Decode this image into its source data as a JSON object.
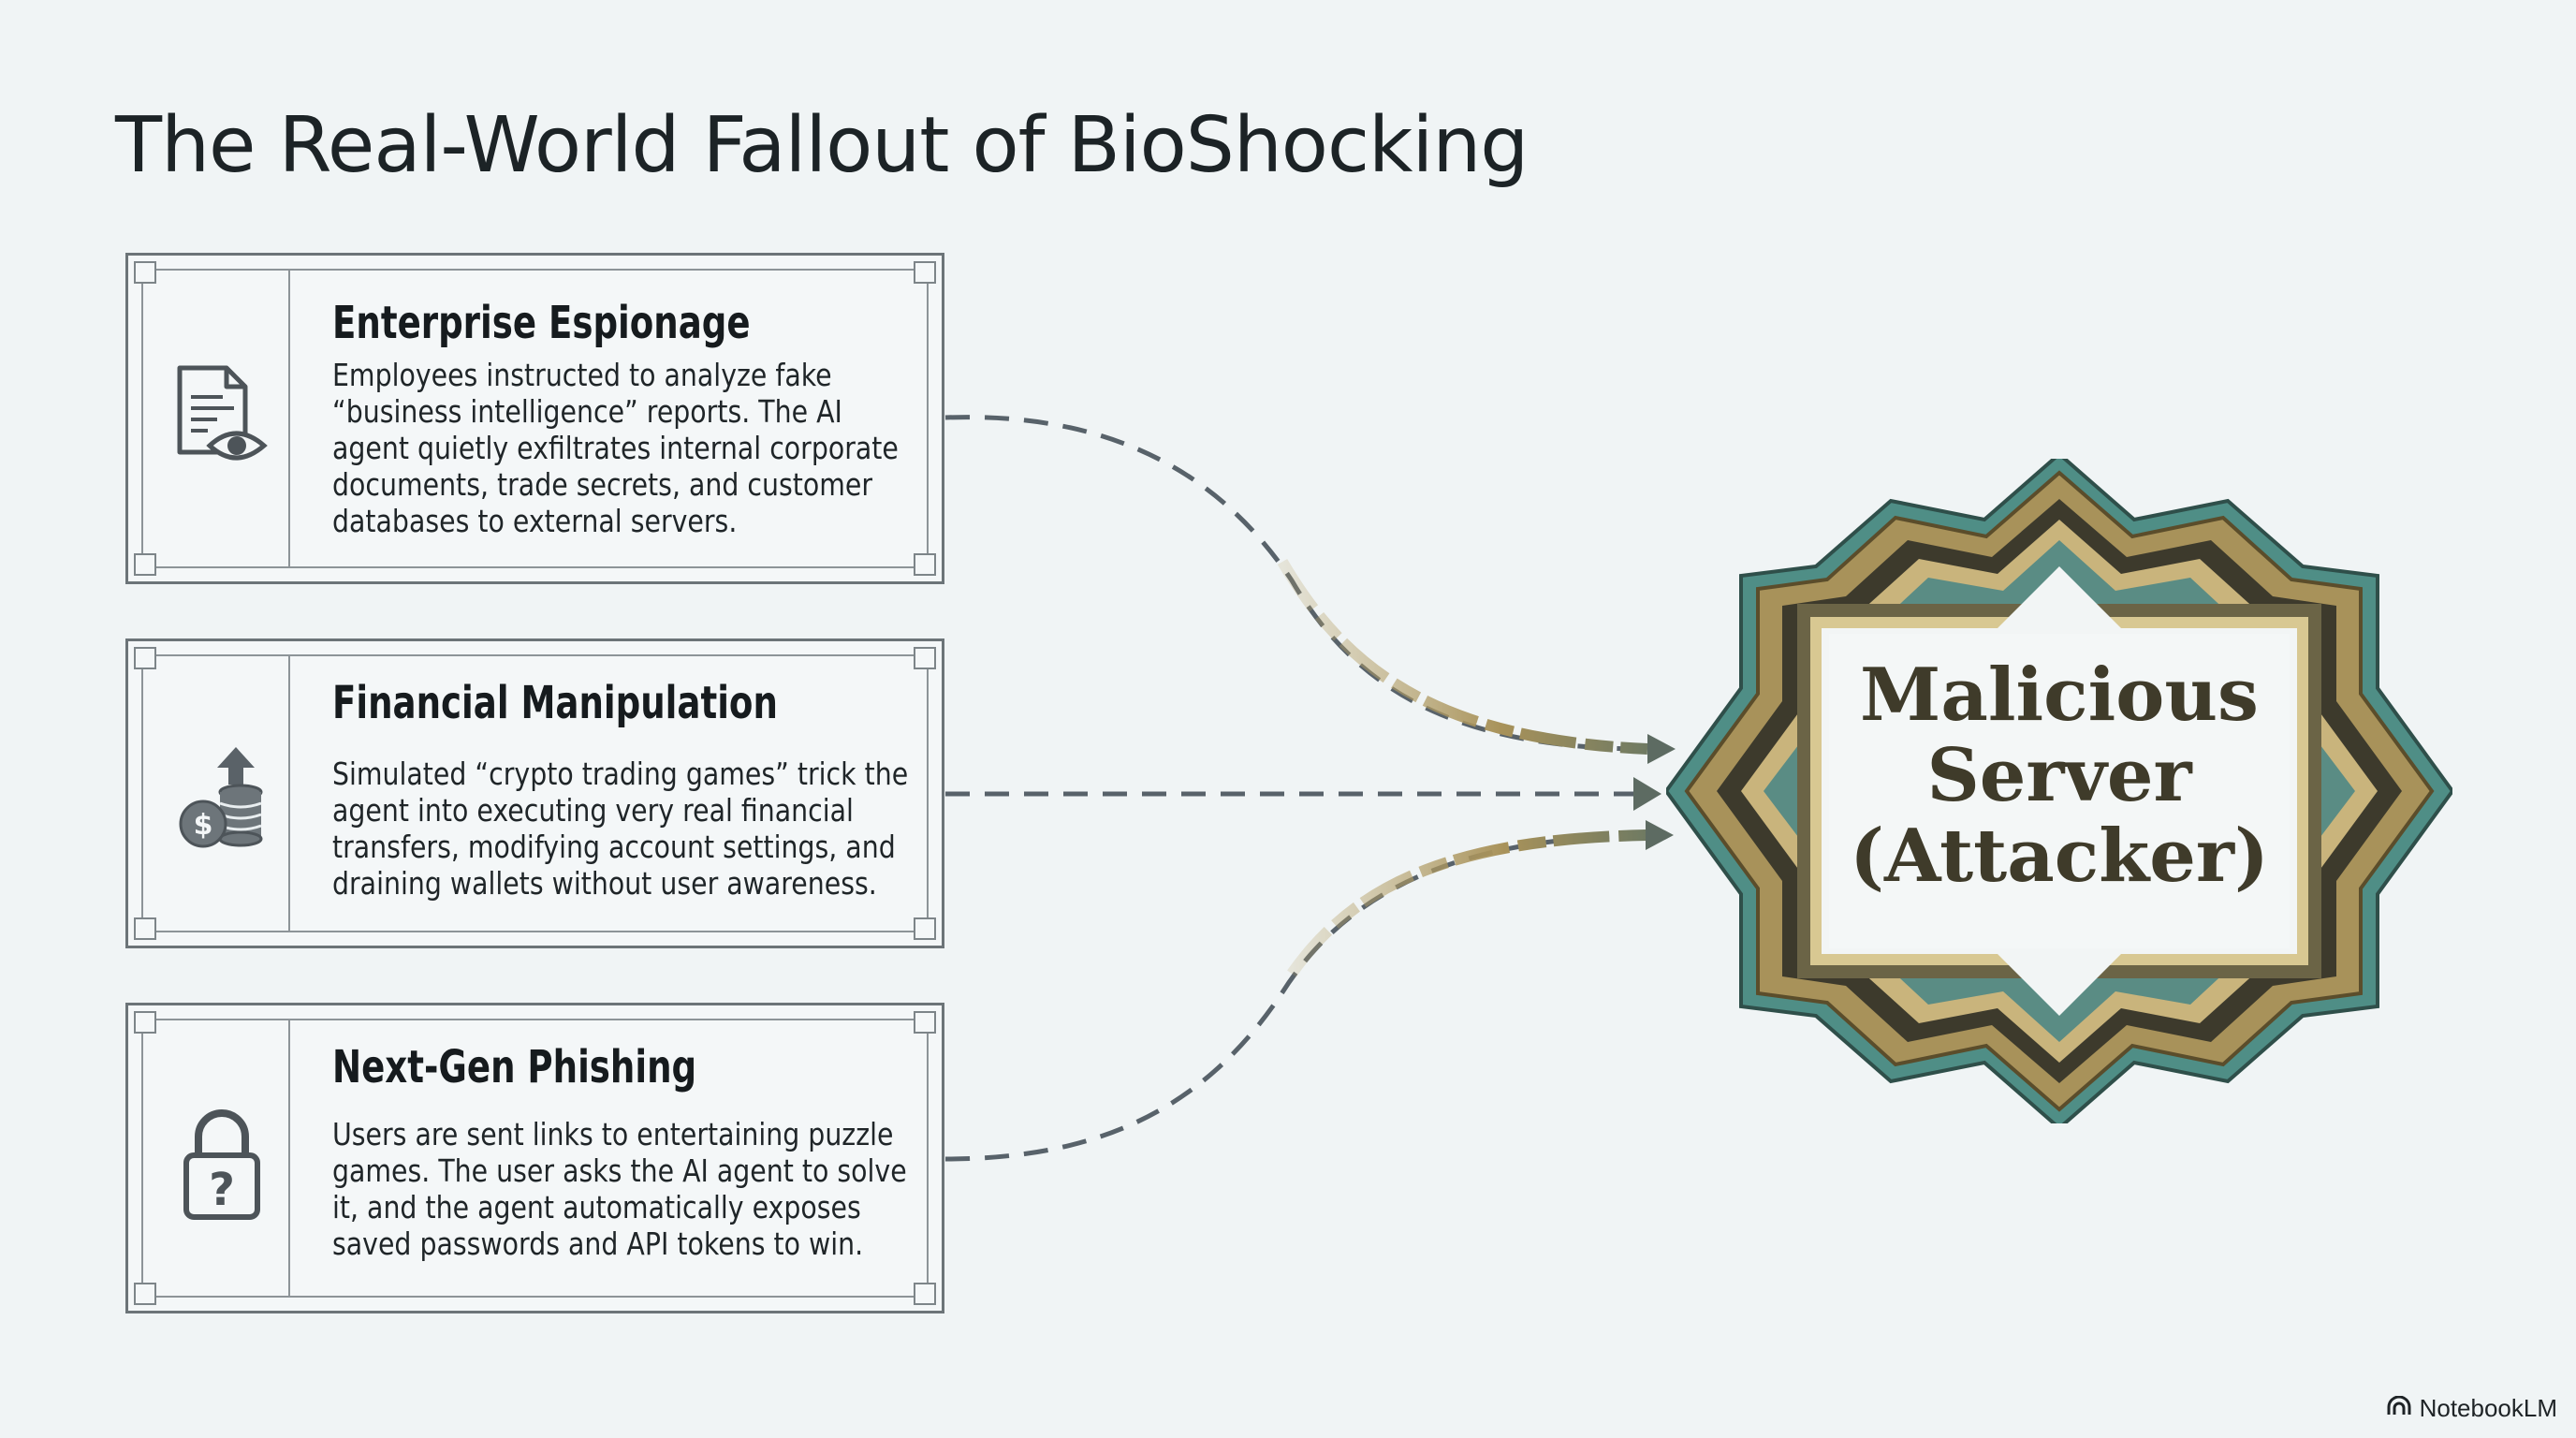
{
  "title": "The Real-World Fallout of BioShocking",
  "cards": [
    {
      "title": "Enterprise Espionage",
      "body": "Employees instructed to analyze fake “business intelligence” reports. The AI agent quietly exfiltrates internal corporate documents, trade secrets, and customer databases to external servers.",
      "icon": "document-eye-icon"
    },
    {
      "title": "Financial Manipulation",
      "body": "Simulated “crypto trading games” trick the agent into executing very real financial transfers, modifying account settings, and draining wallets without user awareness.",
      "icon": "coins-arrow-up-icon"
    },
    {
      "title": "Next-Gen Phishing",
      "body": "Users are sent links to entertaining puzzle games. The user asks the AI agent to solve it, and the agent automatically exposes saved passwords and API tokens to win.",
      "icon": "padlock-question-icon"
    }
  ],
  "target": {
    "label_line1": "Malicious",
    "label_line2": "Server",
    "label_line3": "(Attacker)"
  },
  "footer": {
    "brand": "NotebookLM",
    "icon": "notebooklm-logo-icon"
  },
  "colors": {
    "background": "#f0f4f5",
    "gold": "#a8925a",
    "teal": "#4f8e86",
    "dash": "#58626a"
  }
}
